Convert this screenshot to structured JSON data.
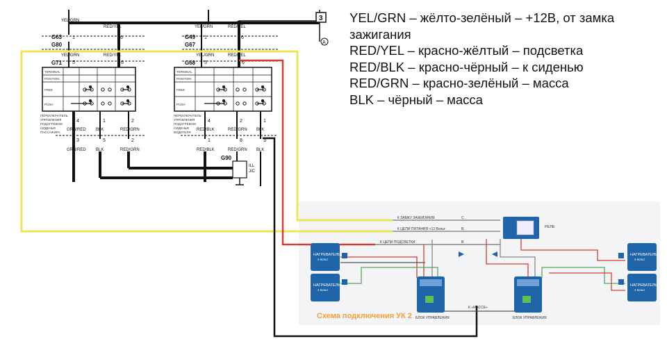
{
  "legend": [
    "YEL/GRN – жёлто-зелёный – +12В, от замка",
    "зажигания",
    "RED/YEL – красно-жёлтый – подсветка",
    "RED/BLK – красно-чёрный – к сиденью",
    "RED/GRN – красно-зелёный – масса",
    "BLK – чёрный – масса"
  ],
  "colors": {
    "yellow_wire": "#efe35a",
    "red_wire": "#d53b31",
    "black_wire": "#111111",
    "unit_blue": "#1f63a8",
    "title_orange": "#f0a03a",
    "panel_bg": "#f2f4f6"
  },
  "schematic": {
    "top_left": {
      "wire": "YEL/GRN",
      "pin": "1",
      "conn1": "G63",
      "conn2": "G80"
    },
    "top_mid": {
      "wire": "RED/YEL",
      "pin": "6"
    },
    "top_mid2": {
      "wire": "YEL/GRN",
      "pin": "1",
      "conn1": "G49",
      "conn2": "G67"
    },
    "top_right": {
      "wire": "RED/YEL",
      "pin": "6"
    },
    "fuse_box": "3",
    "ground_symbol": "A",
    "left_switch": {
      "conn": "G71",
      "pins_top": [
        "5",
        "6"
      ],
      "wires_top": [
        "YEL/GRN",
        "RED/YEL"
      ],
      "rows": [
        "TERMINAL",
        "POSITION",
        "FREE",
        "PUSH"
      ],
      "caption": [
        "ПЕРЕКЛЮЧАТЕЛЬ",
        "УПРАВЛЕНИЯ",
        "ПОДОГРЕВОМ",
        "СИДЕНЬЯ",
        "ПАССАЖИРА"
      ],
      "pins_bottom": [
        "4",
        "1",
        "2"
      ],
      "wires_bottom": [
        "GRN/RED",
        "BLK",
        "RED/GRN"
      ],
      "pins_bottom2": [
        "3",
        "5",
        "2"
      ],
      "wires_bottom2": [
        "GRN/RED",
        "BLK",
        "RED/GRN"
      ]
    },
    "right_switch": {
      "conn": "G68",
      "pins_top": [
        "5",
        "6"
      ],
      "wires_top": [
        "YEL/GRN",
        "RED/YEL"
      ],
      "rows": [
        "TERMINAL",
        "POSITION",
        "FREE",
        "PUSH"
      ],
      "caption": [
        "ПЕРЕКЛЮЧАТЕЛЬ",
        "УПРАВЛЕНИЯ",
        "ПОДОГРЕВОМ",
        "СИДЕНЬЯ",
        "ВОДИТЕЛЯ"
      ],
      "pins_bottom": [
        "4",
        "2",
        "1"
      ],
      "wires_bottom": [
        "RED/BLK",
        "RED/GRN",
        "BLK"
      ],
      "pins_bottom2": [
        "1",
        "8",
        "3"
      ],
      "wires_bottom2": [
        "RED/BLK",
        "RED/GRN",
        "BLK"
      ]
    },
    "ground_conn": "G90",
    "ill_label": "ILL",
    "jc_label": "J/C"
  },
  "kit": {
    "title": "Схема подключения УК 2",
    "to_ignition": "К ЗАМКУ ЗАЖИГАНИЯ",
    "to_power": "К ЦЕПИ ПИТАНИЯ +12 Вольт",
    "to_backlight": "К ЦЕПИ ПОДСВЕТКИ",
    "to_ground": "К «МАССЕ»",
    "relay": "РЕЛЕ",
    "heater_label": "НАГРЕВАТЕЛЬ",
    "heater_sub": "4 вольт",
    "control_unit": "БЛОК УПРАВЛЕНИЯ",
    "wire_marks": [
      "C",
      "B",
      "B"
    ]
  }
}
